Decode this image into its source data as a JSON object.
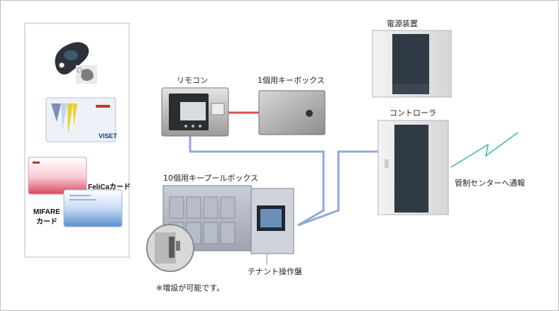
{
  "diagram": {
    "labels": {
      "power_supply": "電源装置",
      "controller": "コントローラ",
      "remote": "リモコン",
      "key_box_1": "1個用キーボックス",
      "key_pool_box_10": "10個用キープールボックス",
      "tenant_panel": "テナント操作盤",
      "expandable_note": "※増設が可能です。",
      "center_report": "管制センターへ通報"
    },
    "media": {
      "felica_label": "FeliCaカード",
      "mifare_label_line1": "MIFARE",
      "mifare_label_line2": "カード",
      "card_brand": "VISET"
    },
    "colors": {
      "cable_blue": "#8fa9dc",
      "cable_red": "#d9534f",
      "wireless_teal": "#3fb3b3",
      "border": "#bdbdbd"
    }
  }
}
